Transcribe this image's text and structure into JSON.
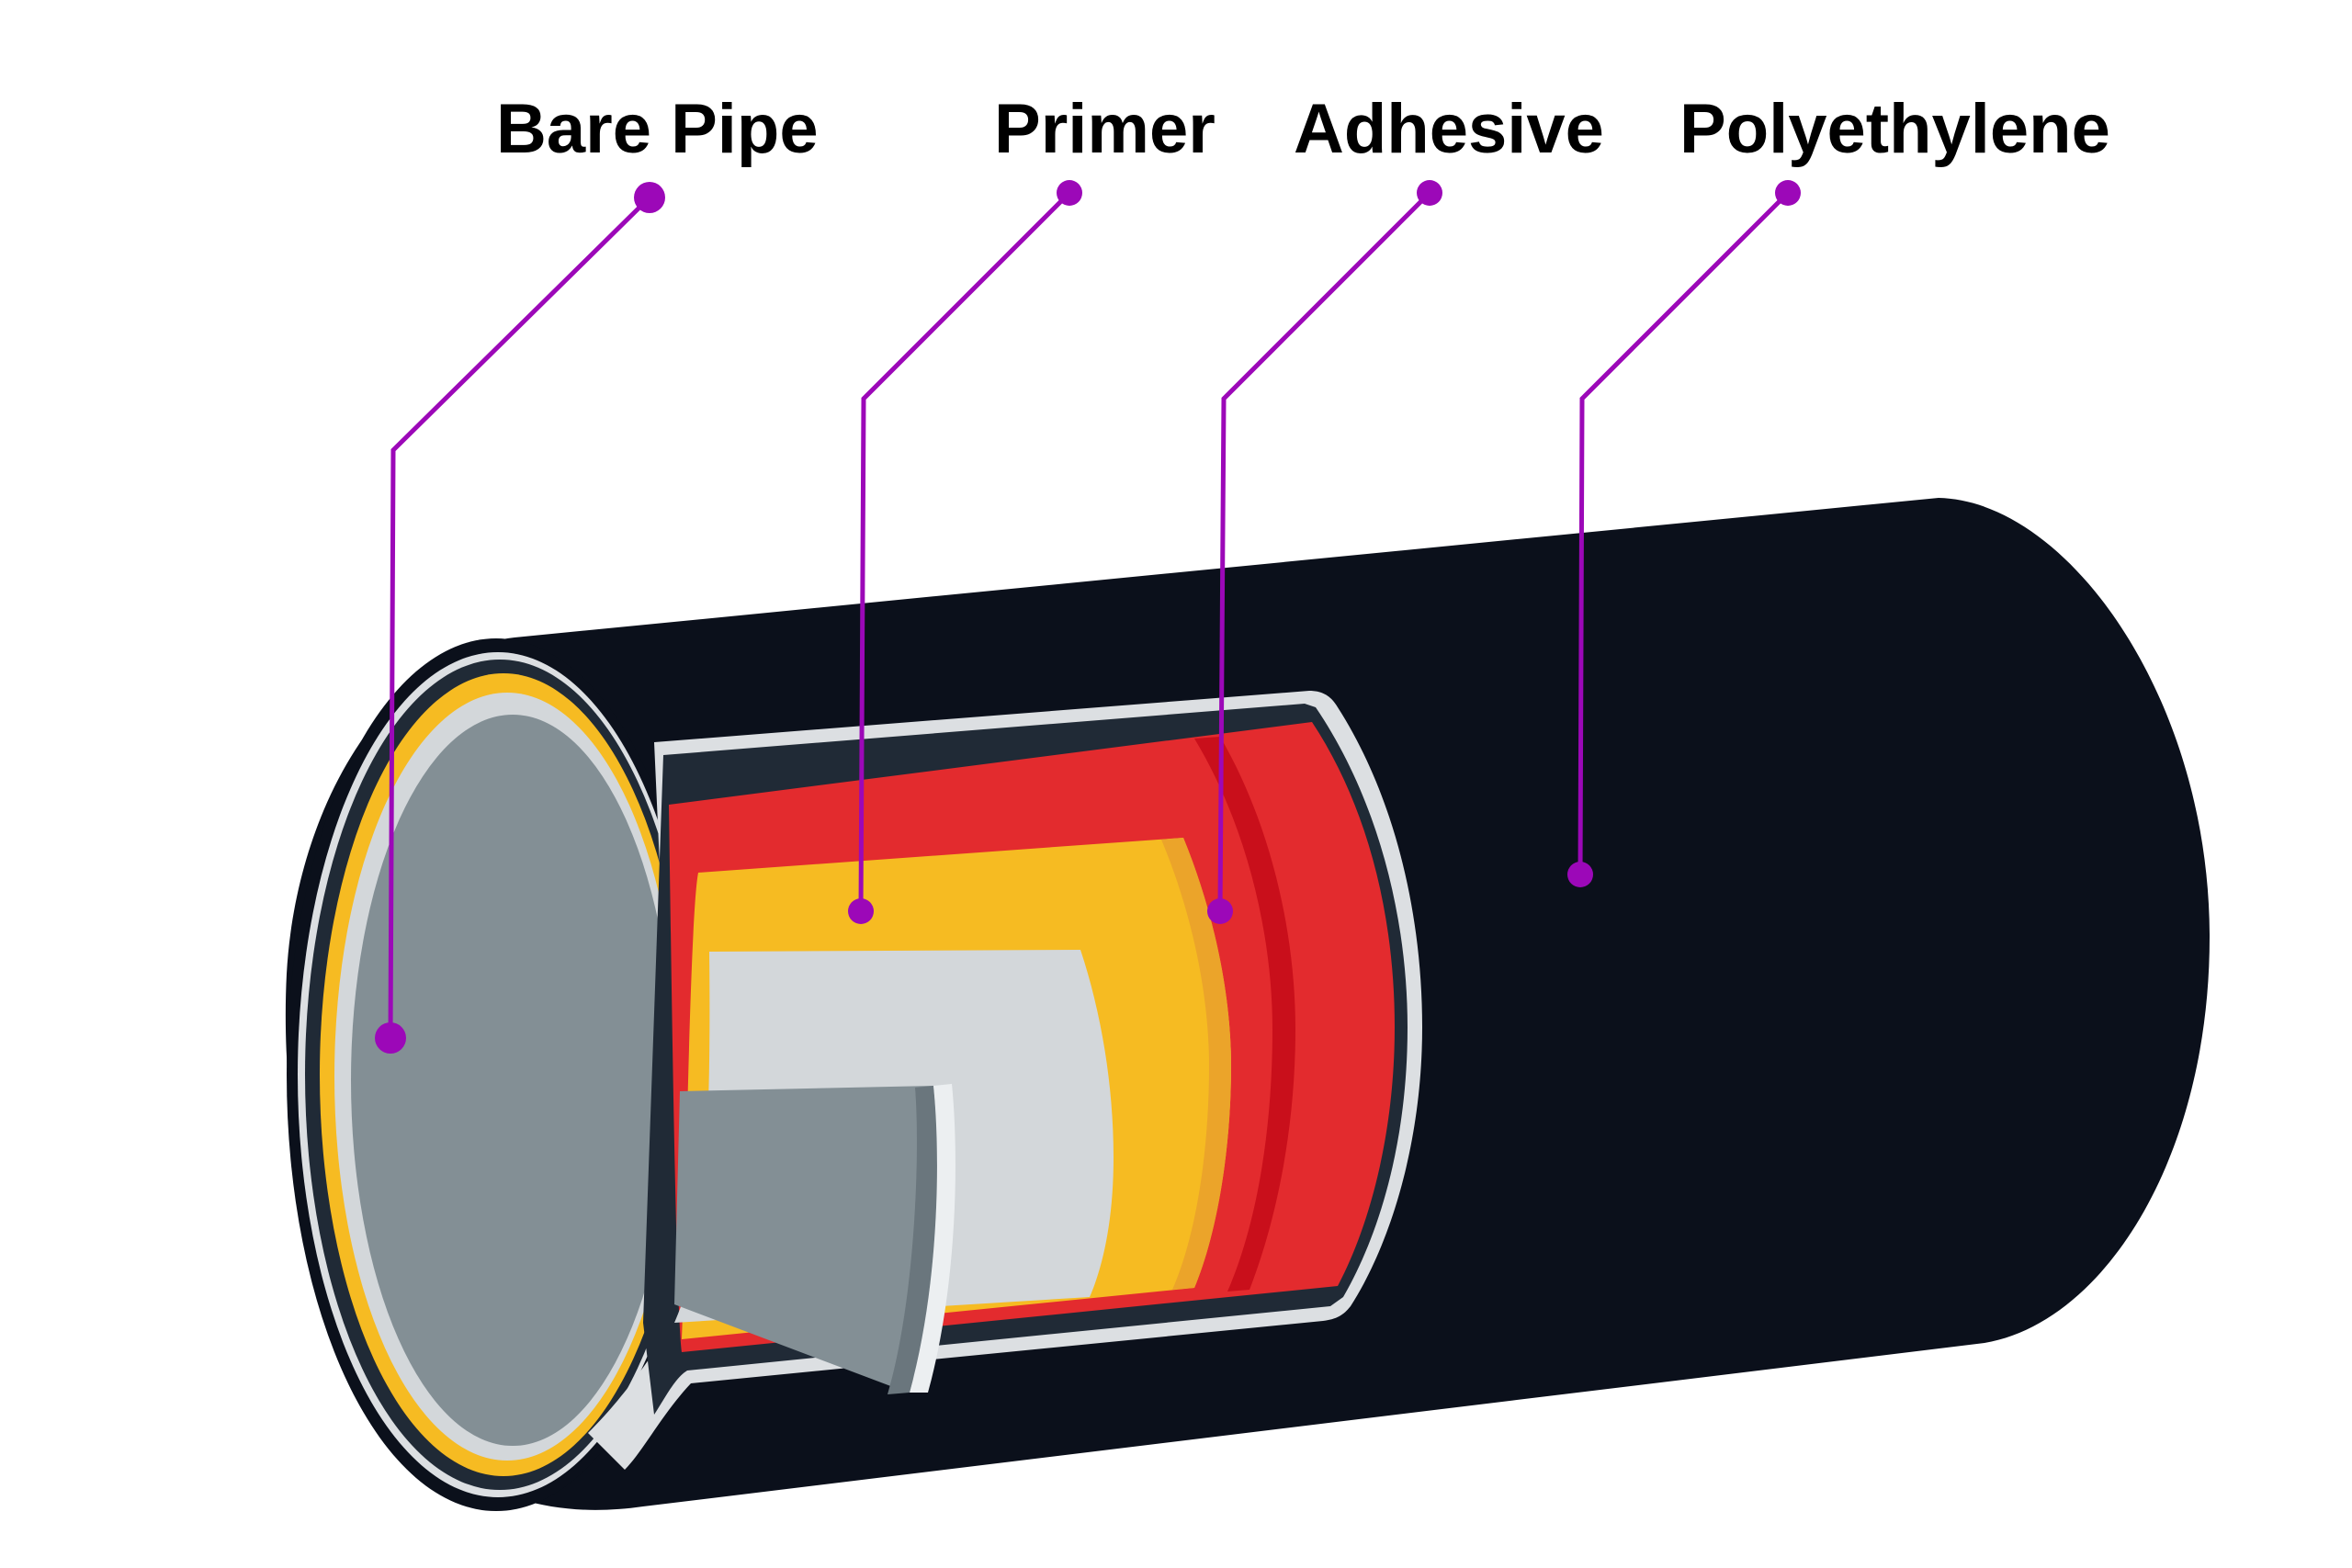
{
  "diagram": {
    "type": "pipe-coating-cross-section",
    "colors": {
      "background": "#ffffff",
      "leader": "#9c08b8",
      "polyethylene": "#0b101b",
      "outer_rim_dark": "#202a36",
      "rim_highlight": "#dcdfe2",
      "adhesive": "#e32b2e",
      "adhesive_shadow": "#c90f1b",
      "primer": "#f6bb22",
      "primer_shadow": "#eba42a",
      "pipe_wall": "#d3d7da",
      "pipe_wall_highlight": "#eceff1",
      "bare_pipe": "#838f95",
      "bare_pipe_shadow": "#6a767d",
      "text": "#000000"
    },
    "layers": [
      {
        "id": "bare-pipe",
        "label": "Bare Pipe"
      },
      {
        "id": "primer",
        "label": "Primer"
      },
      {
        "id": "adhesive",
        "label": "Adhesive"
      },
      {
        "id": "polyethylene",
        "label": "Polyethylene"
      }
    ]
  }
}
